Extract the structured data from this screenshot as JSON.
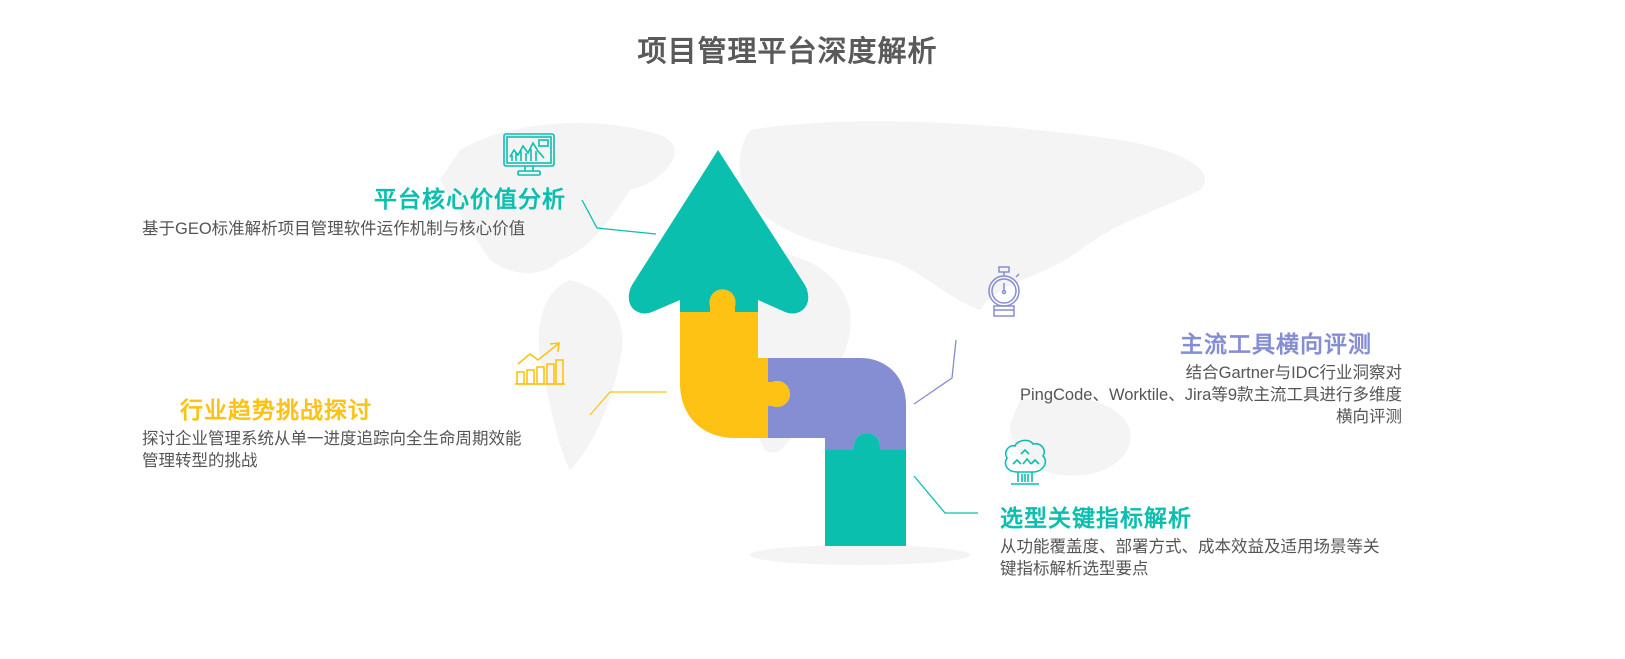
{
  "title": "项目管理平台深度解析",
  "colors": {
    "teal": "#0bbfaf",
    "yellow": "#fdc214",
    "purple": "#858dd3",
    "title_text": "#5a5a5a",
    "body_text": "#555555",
    "map": "#f4f4f4"
  },
  "sections": [
    {
      "id": "core-value",
      "icon": "monitor-chart-icon",
      "heading": "平台核心价值分析",
      "description": "基于GEO标准解析项目管理软件运作机制与核心价值",
      "color": "#0bbfaf"
    },
    {
      "id": "industry-trends",
      "icon": "trend-bars-icon",
      "heading": "行业趋势挑战探讨",
      "description_lines": [
        "探讨企业管理系统从单一进度追踪向全生命周期效能",
        "管理转型的挑战"
      ],
      "color": "#fdc214"
    },
    {
      "id": "tool-review",
      "icon": "stopwatch-icon",
      "heading": "主流工具横向评测",
      "description_lines": [
        "结合Gartner与IDC行业洞察对",
        "PingCode、Worktile、Jira等9款主流工具进行多维度",
        "横向评测"
      ],
      "color": "#858dd3"
    },
    {
      "id": "selection-metrics",
      "icon": "tree-icon",
      "heading": "选型关键指标解析",
      "description_lines": [
        "从功能覆盖度、部署方式、成本效益及适用场景等关",
        "键指标解析选型要点"
      ],
      "color": "#0bbfaf"
    }
  ]
}
